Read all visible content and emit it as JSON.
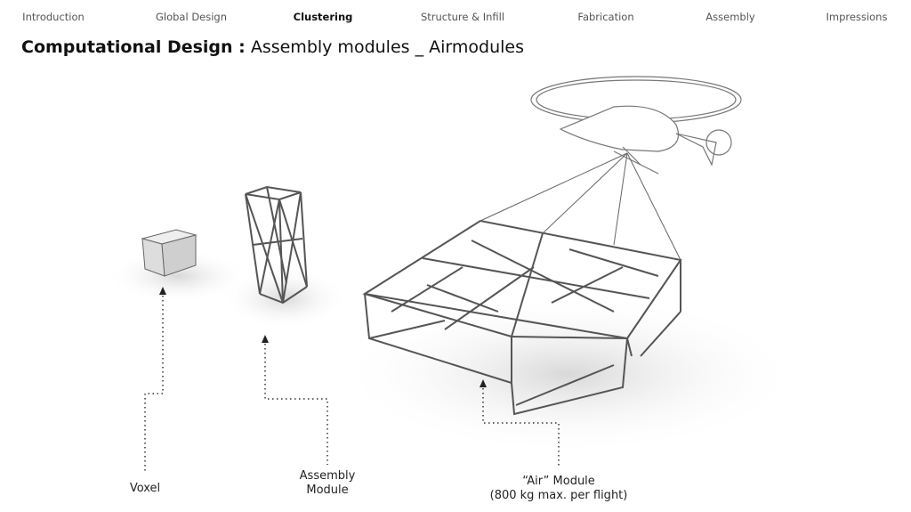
{
  "nav": {
    "items": [
      {
        "label": "Introduction"
      },
      {
        "label": "Global Design"
      },
      {
        "label": "Clustering",
        "active": true
      },
      {
        "label": "Structure & Infill"
      },
      {
        "label": "Fabrication"
      },
      {
        "label": "Assembly"
      },
      {
        "label": "Impressions"
      }
    ]
  },
  "header": {
    "title_bold": "Computational Design :",
    "title_rest": " Assembly modules _ Airmodules"
  },
  "labels": {
    "voxel": "Voxel",
    "assembly_line1": "Assembly",
    "assembly_line2": "Module",
    "air_line1": "“Air” Module",
    "air_line2": "(800 kg max. per flight)"
  }
}
